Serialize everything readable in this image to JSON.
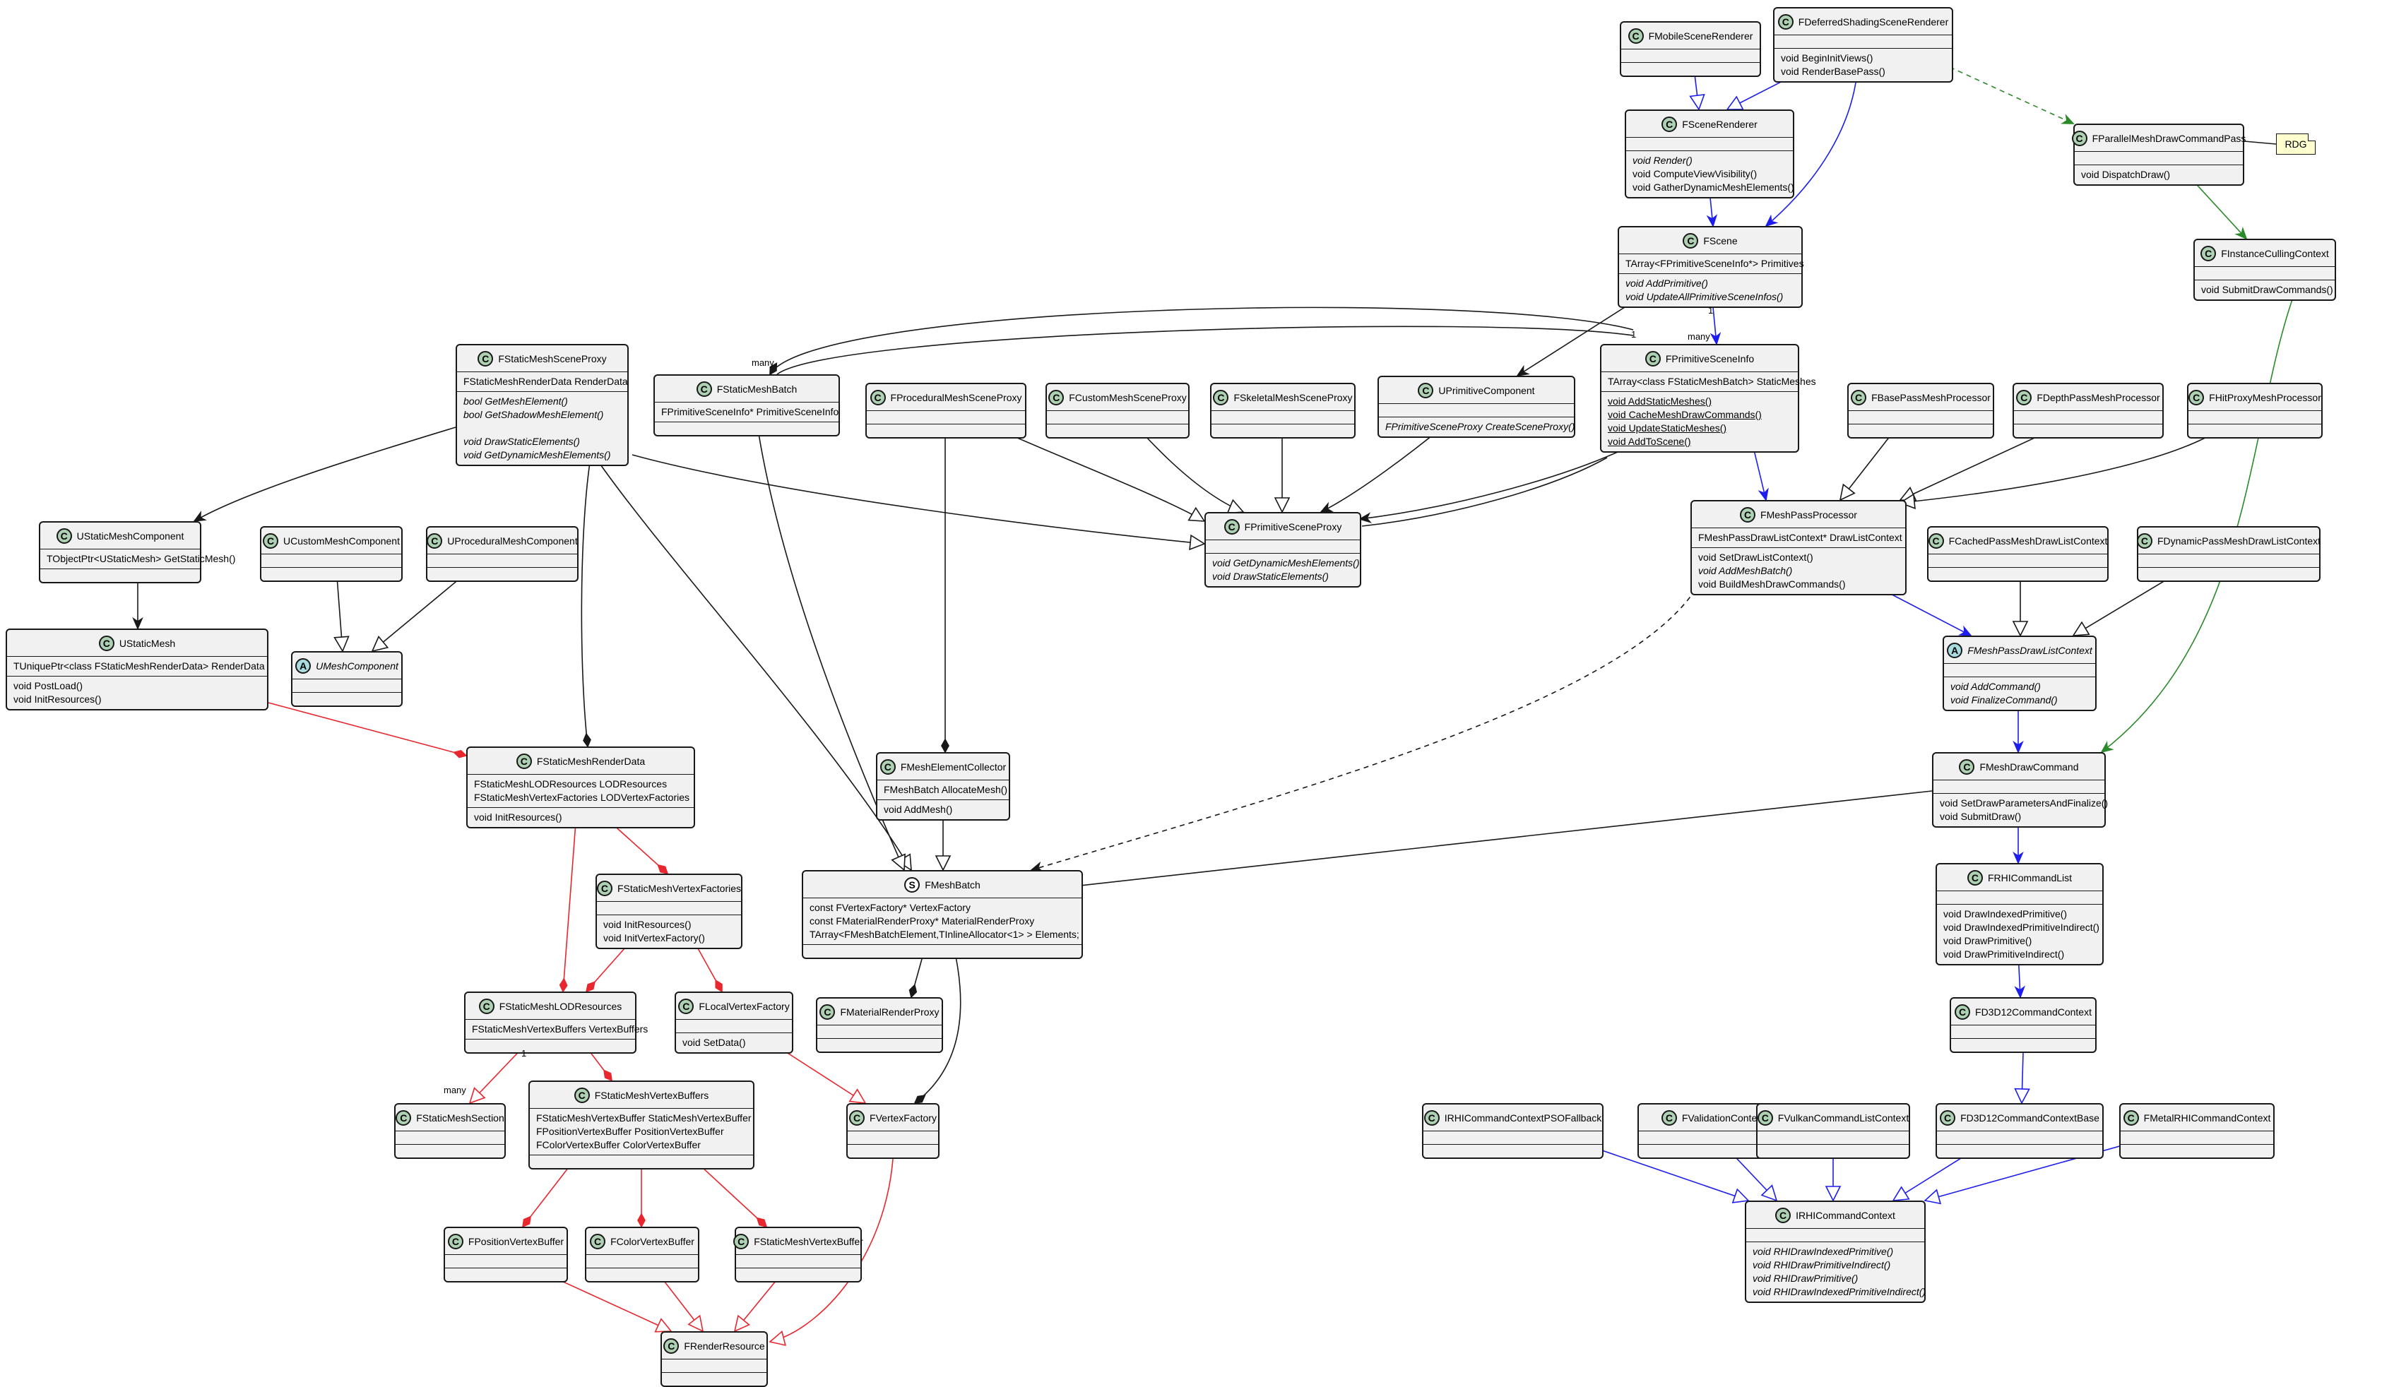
{
  "diagram": {
    "classes": [
      {
        "id": "FMobileSceneRenderer",
        "kind": "c",
        "name": "FMobileSceneRenderer",
        "fields": [],
        "methods": []
      },
      {
        "id": "FDeferredShadingSceneRenderer",
        "kind": "c",
        "name": "FDeferredShadingSceneRenderer",
        "fields": [],
        "methods": [
          {
            "t": "void BeginInitViews()"
          },
          {
            "t": "void RenderBasePass()"
          }
        ]
      },
      {
        "id": "FSceneRenderer",
        "kind": "c",
        "name": "FSceneRenderer",
        "fields": [],
        "methods": [
          {
            "t": "void Render()",
            "s": "i"
          },
          {
            "t": "void ComputeViewVisibility()"
          },
          {
            "t": "void GatherDynamicMeshElements()"
          }
        ]
      },
      {
        "id": "FParallelMeshDrawCommandPass",
        "kind": "c",
        "name": "FParallelMeshDrawCommandPass",
        "fields": [],
        "methods": [
          {
            "t": "void DispatchDraw()"
          }
        ]
      },
      {
        "id": "FScene",
        "kind": "c",
        "name": "FScene",
        "fields": [
          {
            "t": "TArray<FPrimitiveSceneInfo*> Primitives"
          }
        ],
        "methods": [
          {
            "t": "void AddPrimitive()",
            "s": "i"
          },
          {
            "t": "void UpdateAllPrimitiveSceneInfos()",
            "s": "i"
          }
        ]
      },
      {
        "id": "FInstanceCullingContext",
        "kind": "c",
        "name": "FInstanceCullingContext",
        "fields": [],
        "methods": [
          {
            "t": "void SubmitDrawCommands()"
          }
        ]
      },
      {
        "id": "FStaticMeshSceneProxy",
        "kind": "c",
        "name": "FStaticMeshSceneProxy",
        "fields": [
          {
            "t": "FStaticMeshRenderData RenderData"
          }
        ],
        "methods": [
          {
            "t": "bool GetMeshElement()",
            "s": "i"
          },
          {
            "t": "bool GetShadowMeshElement()",
            "s": "i"
          },
          {
            "t": "",
            "s": "blank"
          },
          {
            "t": "void DrawStaticElements()",
            "s": "i"
          },
          {
            "t": "void GetDynamicMeshElements()",
            "s": "i"
          }
        ]
      },
      {
        "id": "FStaticMeshBatch",
        "kind": "c",
        "name": "FStaticMeshBatch",
        "fields": [
          {
            "t": "FPrimitiveSceneInfo* PrimitiveSceneInfo"
          }
        ],
        "methods": []
      },
      {
        "id": "FProceduralMeshSceneProxy",
        "kind": "c",
        "name": "FProceduralMeshSceneProxy",
        "fields": [],
        "methods": []
      },
      {
        "id": "FCustomMeshSceneProxy",
        "kind": "c",
        "name": "FCustomMeshSceneProxy",
        "fields": [],
        "methods": []
      },
      {
        "id": "FSkeletalMeshSceneProxy",
        "kind": "c",
        "name": "FSkeletalMeshSceneProxy",
        "fields": [],
        "methods": []
      },
      {
        "id": "UPrimitiveComponent",
        "kind": "c",
        "name": "UPrimitiveComponent",
        "fields": [],
        "methods": [
          {
            "t": "FPrimitiveSceneProxy CreateSceneProxy()",
            "s": "i"
          }
        ]
      },
      {
        "id": "FPrimitiveSceneInfo",
        "kind": "c",
        "name": "FPrimitiveSceneInfo",
        "fields": [
          {
            "t": "TArray<class FStaticMeshBatch> StaticMeshes"
          }
        ],
        "methods": [
          {
            "t": "void AddStaticMeshes()",
            "s": "u"
          },
          {
            "t": "void CacheMeshDrawCommands()",
            "s": "u"
          },
          {
            "t": "void UpdateStaticMeshes()",
            "s": "u"
          },
          {
            "t": "void AddToScene()",
            "s": "u"
          }
        ]
      },
      {
        "id": "FBasePassMeshProcessor",
        "kind": "c",
        "name": "FBasePassMeshProcessor",
        "fields": [],
        "methods": []
      },
      {
        "id": "FDepthPassMeshProcessor",
        "kind": "c",
        "name": "FDepthPassMeshProcessor",
        "fields": [],
        "methods": []
      },
      {
        "id": "FHitProxyMeshProcessor",
        "kind": "c",
        "name": "FHitProxyMeshProcessor",
        "fields": [],
        "methods": []
      },
      {
        "id": "UStaticMeshComponent",
        "kind": "c",
        "name": "UStaticMeshComponent",
        "fields": [
          {
            "t": "TObjectPtr<UStaticMesh> GetStaticMesh()"
          }
        ],
        "methods": []
      },
      {
        "id": "UCustomMeshComponent",
        "kind": "c",
        "name": "UCustomMeshComponent",
        "fields": [],
        "methods": []
      },
      {
        "id": "UProceduralMeshComponent",
        "kind": "c",
        "name": "UProceduralMeshComponent",
        "fields": [],
        "methods": []
      },
      {
        "id": "FPrimitiveSceneProxy",
        "kind": "c",
        "name": "FPrimitiveSceneProxy",
        "fields": [],
        "methods": [
          {
            "t": "void GetDynamicMeshElements()",
            "s": "i"
          },
          {
            "t": "void DrawStaticElements()",
            "s": "i"
          }
        ]
      },
      {
        "id": "FMeshPassProcessor",
        "kind": "c",
        "name": "FMeshPassProcessor",
        "fields": [
          {
            "t": "FMeshPassDrawListContext* DrawListContext"
          }
        ],
        "methods": [
          {
            "t": "void SetDrawListContext()"
          },
          {
            "t": "void AddMeshBatch()",
            "s": "i"
          },
          {
            "t": "void BuildMeshDrawCommands()"
          }
        ]
      },
      {
        "id": "FCachedPassMeshDrawListContext",
        "kind": "c",
        "name": "FCachedPassMeshDrawListContext",
        "fields": [],
        "methods": []
      },
      {
        "id": "FDynamicPassMeshDrawListContext",
        "kind": "c",
        "name": "FDynamicPassMeshDrawListContext",
        "fields": [],
        "methods": []
      },
      {
        "id": "UStaticMesh",
        "kind": "c",
        "name": "UStaticMesh",
        "fields": [
          {
            "t": "TUniquePtr<class FStaticMeshRenderData> RenderData"
          }
        ],
        "methods": [
          {
            "t": "void PostLoad()"
          },
          {
            "t": "void InitResources()"
          }
        ]
      },
      {
        "id": "UMeshComponent",
        "kind": "a",
        "name": "UMeshComponent",
        "fields": [],
        "methods": []
      },
      {
        "id": "FMeshPassDrawListContext",
        "kind": "a",
        "name": "FMeshPassDrawListContext",
        "fields": [],
        "methods": [
          {
            "t": "void AddCommand()",
            "s": "i"
          },
          {
            "t": "void FinalizeCommand()",
            "s": "i"
          }
        ]
      },
      {
        "id": "FStaticMeshRenderData",
        "kind": "c",
        "name": "FStaticMeshRenderData",
        "fields": [
          {
            "t": "FStaticMeshLODResources LODResources"
          },
          {
            "t": "FStaticMeshVertexFactories LODVertexFactories"
          }
        ],
        "methods": [
          {
            "t": "void InitResources()"
          }
        ]
      },
      {
        "id": "FMeshElementCollector",
        "kind": "c",
        "name": "FMeshElementCollector",
        "fields": [
          {
            "t": "FMeshBatch AllocateMesh()"
          }
        ],
        "methods": [
          {
            "t": "void AddMesh()"
          }
        ]
      },
      {
        "id": "FMeshDrawCommand",
        "kind": "c",
        "name": "FMeshDrawCommand",
        "fields": [],
        "methods": [
          {
            "t": "void SetDrawParametersAndFinalize()"
          },
          {
            "t": "void SubmitDraw()"
          }
        ]
      },
      {
        "id": "FStaticMeshVertexFactories",
        "kind": "c",
        "name": "FStaticMeshVertexFactories",
        "fields": [],
        "methods": [
          {
            "t": "void InitResources()"
          },
          {
            "t": "void InitVertexFactory()"
          }
        ]
      },
      {
        "id": "FMeshBatch",
        "kind": "s",
        "name": "FMeshBatch",
        "fields": [
          {
            "t": "const FVertexFactory* VertexFactory"
          },
          {
            "t": "const FMaterialRenderProxy* MaterialRenderProxy"
          },
          {
            "t": "TArray<FMeshBatchElement,TInlineAllocator<1> > Elements;"
          }
        ],
        "methods": []
      },
      {
        "id": "FRHICommandList",
        "kind": "c",
        "name": "FRHICommandList",
        "fields": [],
        "methods": [
          {
            "t": "void DrawIndexedPrimitive()"
          },
          {
            "t": "void DrawIndexedPrimitiveIndirect()"
          },
          {
            "t": "void DrawPrimitive()"
          },
          {
            "t": "void DrawPrimitiveIndirect()"
          }
        ]
      },
      {
        "id": "FStaticMeshLODResources",
        "kind": "c",
        "name": "FStaticMeshLODResources",
        "fields": [
          {
            "t": "FStaticMeshVertexBuffers VertexBuffers"
          }
        ],
        "methods": []
      },
      {
        "id": "FLocalVertexFactory",
        "kind": "c",
        "name": "FLocalVertexFactory",
        "fields": [],
        "methods": [
          {
            "t": "void SetData()"
          }
        ]
      },
      {
        "id": "FMaterialRenderProxy",
        "kind": "c",
        "name": "FMaterialRenderProxy",
        "fields": [],
        "methods": []
      },
      {
        "id": "FD3D12CommandContext",
        "kind": "c",
        "name": "FD3D12CommandContext",
        "fields": [],
        "methods": []
      },
      {
        "id": "FStaticMeshSection",
        "kind": "c",
        "name": "FStaticMeshSection",
        "fields": [],
        "methods": []
      },
      {
        "id": "FStaticMeshVertexBuffers",
        "kind": "c",
        "name": "FStaticMeshVertexBuffers",
        "fields": [
          {
            "t": "FStaticMeshVertexBuffer StaticMeshVertexBuffer"
          },
          {
            "t": "FPositionVertexBuffer PositionVertexBuffer"
          },
          {
            "t": "FColorVertexBuffer ColorVertexBuffer"
          }
        ],
        "methods": []
      },
      {
        "id": "FVertexFactory",
        "kind": "c",
        "name": "FVertexFactory",
        "fields": [],
        "methods": []
      },
      {
        "id": "IRHICommandContextPSOFallback",
        "kind": "c",
        "name": "IRHICommandContextPSOFallback",
        "fields": [],
        "methods": []
      },
      {
        "id": "FValidationContext",
        "kind": "c",
        "name": "FValidationContext",
        "fields": [],
        "methods": []
      },
      {
        "id": "FVulkanCommandListContext",
        "kind": "c",
        "name": "FVulkanCommandListContext",
        "fields": [],
        "methods": []
      },
      {
        "id": "FD3D12CommandContextBase",
        "kind": "c",
        "name": "FD3D12CommandContextBase",
        "fields": [],
        "methods": []
      },
      {
        "id": "FMetalRHICommandContext",
        "kind": "c",
        "name": "FMetalRHICommandContext",
        "fields": [],
        "methods": []
      },
      {
        "id": "IRHICommandContext",
        "kind": "c",
        "name": "IRHICommandContext",
        "fields": [],
        "methods": [
          {
            "t": "void RHIDrawIndexedPrimitive()",
            "s": "i"
          },
          {
            "t": "void RHIDrawPrimitiveIndirect()",
            "s": "i"
          },
          {
            "t": "void RHIDrawPrimitive()",
            "s": "i"
          },
          {
            "t": "void RHIDrawIndexedPrimitiveIndirect()",
            "s": "i"
          }
        ]
      },
      {
        "id": "FPositionVertexBuffer",
        "kind": "c",
        "name": "FPositionVertexBuffer",
        "fields": [],
        "methods": []
      },
      {
        "id": "FColorVertexBuffer",
        "kind": "c",
        "name": "FColorVertexBuffer",
        "fields": [],
        "methods": []
      },
      {
        "id": "FStaticMeshVertexBuffer",
        "kind": "c",
        "name": "FStaticMeshVertexBuffer",
        "fields": [],
        "methods": []
      },
      {
        "id": "FRenderResource",
        "kind": "c",
        "name": "FRenderResource",
        "fields": [],
        "methods": []
      }
    ],
    "note": {
      "text": "RDG"
    },
    "multiplicities": [
      "many",
      "1",
      "many",
      "1",
      "many",
      "1"
    ],
    "colors": {
      "box_fill": "#f1f1f1",
      "class_badge": "#add1b2",
      "abstract_badge": "#a9dcdf",
      "note_fill": "#fefece",
      "black": "#181818",
      "blue": "#1d1dee",
      "red": "#e8262d",
      "green": "#2a8a2a"
    }
  }
}
